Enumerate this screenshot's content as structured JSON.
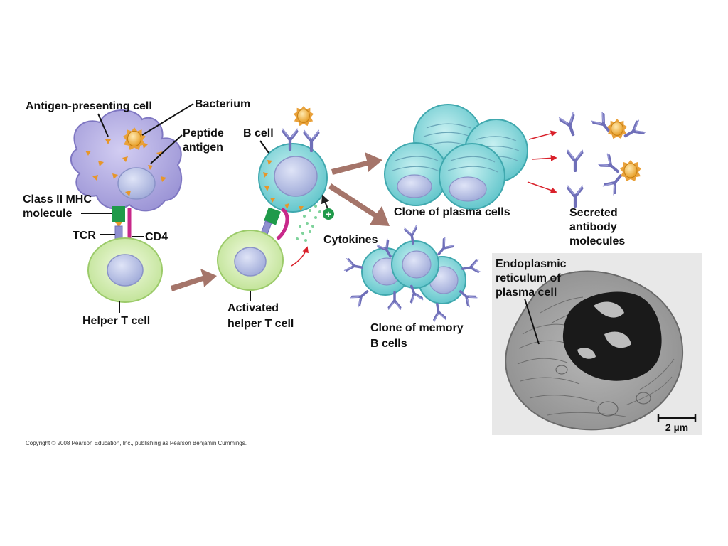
{
  "labels": {
    "apc": "Antigen-presenting cell",
    "bacterium": "Bacterium",
    "peptide_l1": "Peptide",
    "peptide_l2": "antigen",
    "mhc_l1": "Class II MHC",
    "mhc_l2": "molecule",
    "tcr": "TCR",
    "cd4": "CD4",
    "helper_t": "Helper T cell",
    "b_cell": "B cell",
    "activated_l1": "Activated",
    "activated_l2": "helper T cell",
    "cytokines": "Cytokines",
    "plus": "+",
    "plasma": "Clone of plasma cells",
    "memory_l1": "Clone of memory",
    "memory_l2": "B cells",
    "secreted_l1": "Secreted",
    "secreted_l2": "antibody",
    "secreted_l3": "molecules",
    "er_l1": "Endoplasmic",
    "er_l2": "reticulum of",
    "er_l3": "plasma cell",
    "scale": "2 µm"
  },
  "copyright": "Copyright © 2008 Pearson Education, Inc., publishing as Pearson Benjamin Cummings.",
  "colors": {
    "apc": "#a9a3dc",
    "t_cell": "#cfeaa8",
    "b_cell": "#7fd1d6",
    "nucleus": "#b9c2e6",
    "antibody": "#6f6fb8",
    "bacterium": "#f2b33a",
    "mhc": "#1f9a4a",
    "cd4": "#c8288a",
    "arrow": "#a5756a",
    "red_arrow": "#d9202a"
  }
}
